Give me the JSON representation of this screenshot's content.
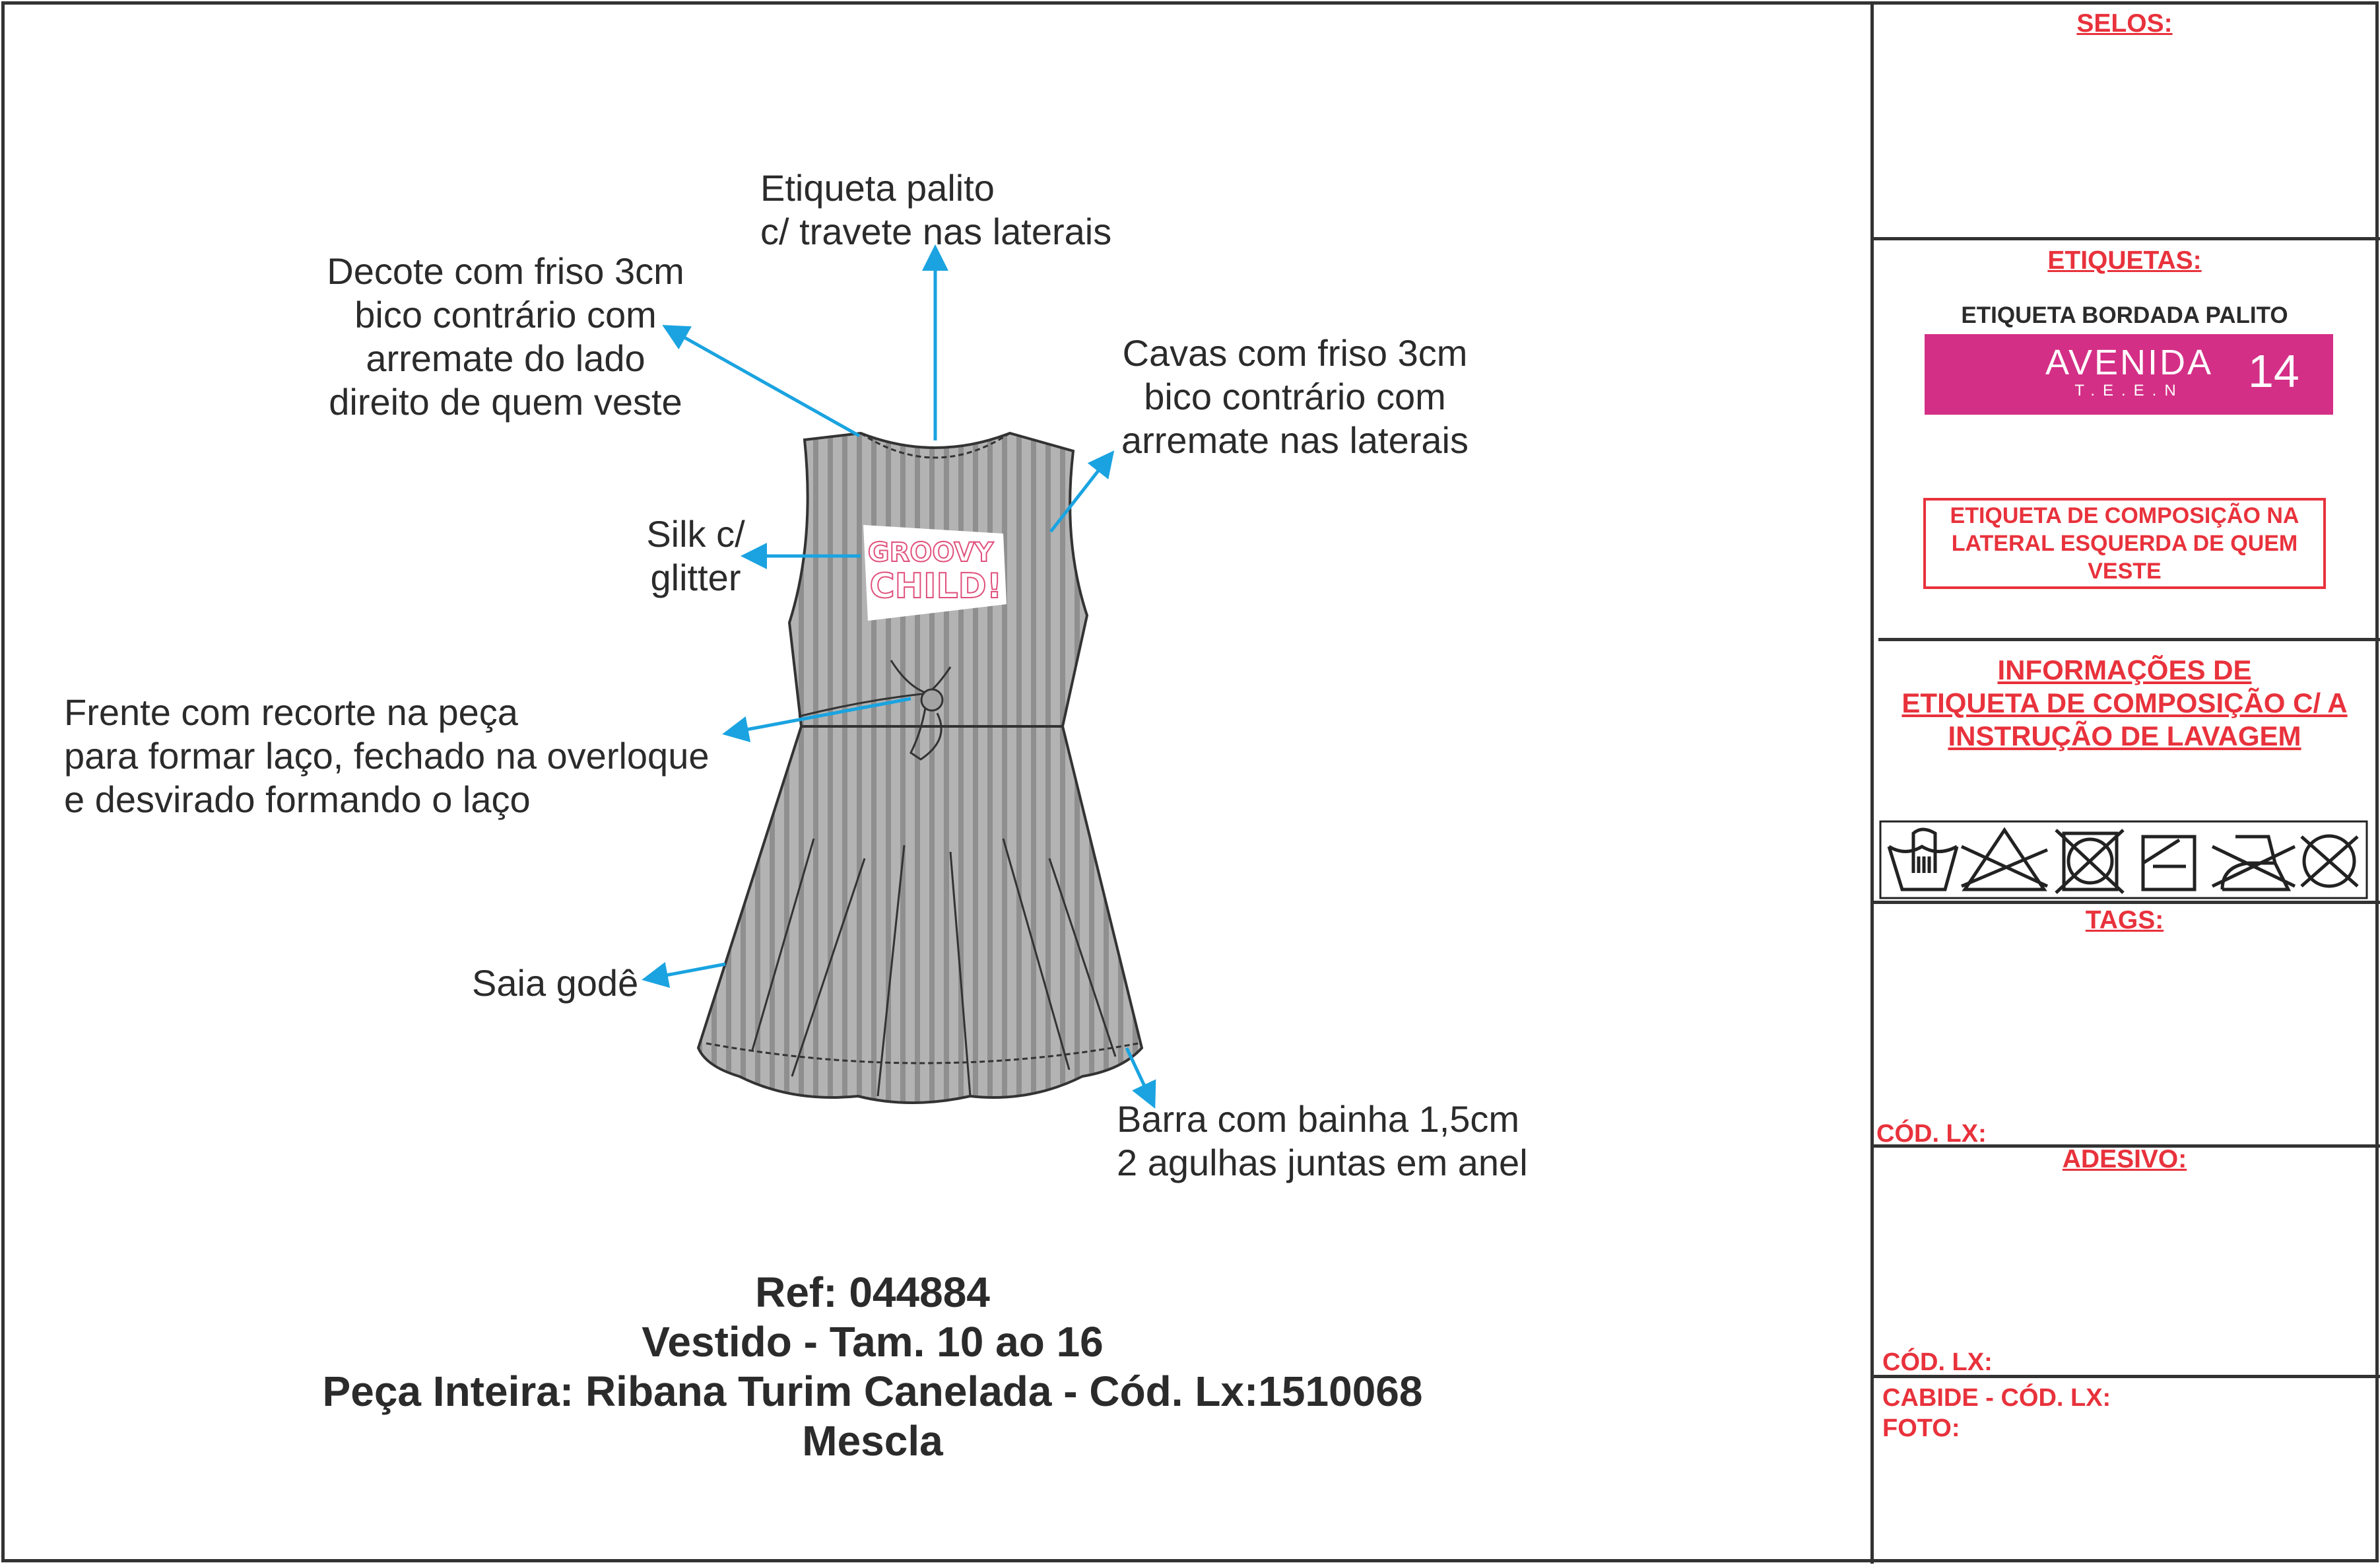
{
  "annotations": {
    "etiqueta": [
      "Etiqueta palito",
      "c/ travete nas laterais"
    ],
    "decote": [
      "Decote com friso 3cm",
      "bico contrário com",
      "arremate do lado",
      "direito de quem veste"
    ],
    "cavas": [
      "Cavas com friso 3cm",
      "bico contrário com",
      "arremate nas laterais"
    ],
    "silk": [
      "Silk c/",
      "glitter"
    ],
    "frente": [
      "Frente com recorte na peça",
      "para formar laço, fechado na overloque",
      "e desvirado formando o laço"
    ],
    "saia": "Saia godê",
    "barra": [
      "Barra com bainha 1,5cm",
      "2 agulhas juntas em anel"
    ]
  },
  "print": {
    "line1": "GROOVY",
    "line2": "CHILD!"
  },
  "product": {
    "ref": "Ref: 044884",
    "name": "Vestido - Tam. 10 ao 16",
    "fabric": "Peça Inteira: Ribana Turim Canelada - Cód. Lx:1510068",
    "color": "Mescla"
  },
  "panel": {
    "selos": "SELOS:",
    "etiquetas": "ETIQUETAS:",
    "bordada": "ETIQUETA BORDADA PALITO",
    "brand": {
      "name": "AVENIDA",
      "sub": "T.E.E.N",
      "size": "14",
      "color": "#d42f86"
    },
    "composicao_box": [
      "ETIQUETA DE COMPOSIÇÃO NA",
      "LATERAL ESQUERDA DE QUEM",
      "VESTE"
    ],
    "informacoes": [
      "INFORMAÇÕES DE",
      "ETIQUETA DE COMPOSIÇÃO C/ A",
      "INSTRUÇÃO DE LAVAGEM"
    ],
    "care_icons": [
      "hand-wash-icon",
      "no-bleach-icon",
      "no-tumble-dry-icon",
      "dry-flat-icon",
      "no-iron-icon",
      "no-dry-clean-icon"
    ],
    "tags": "TAGS:",
    "cod_lx_1": "CÓD. LX:",
    "adesivo": "ADESIVO:",
    "cod_lx_2": "CÓD. LX:",
    "cabide": "CABIDE - CÓD. LX:",
    "foto": "FOTO:"
  },
  "colors": {
    "red": "#e8323c",
    "arrow": "#1aa3e0",
    "fabric": "#a4a4a4"
  }
}
